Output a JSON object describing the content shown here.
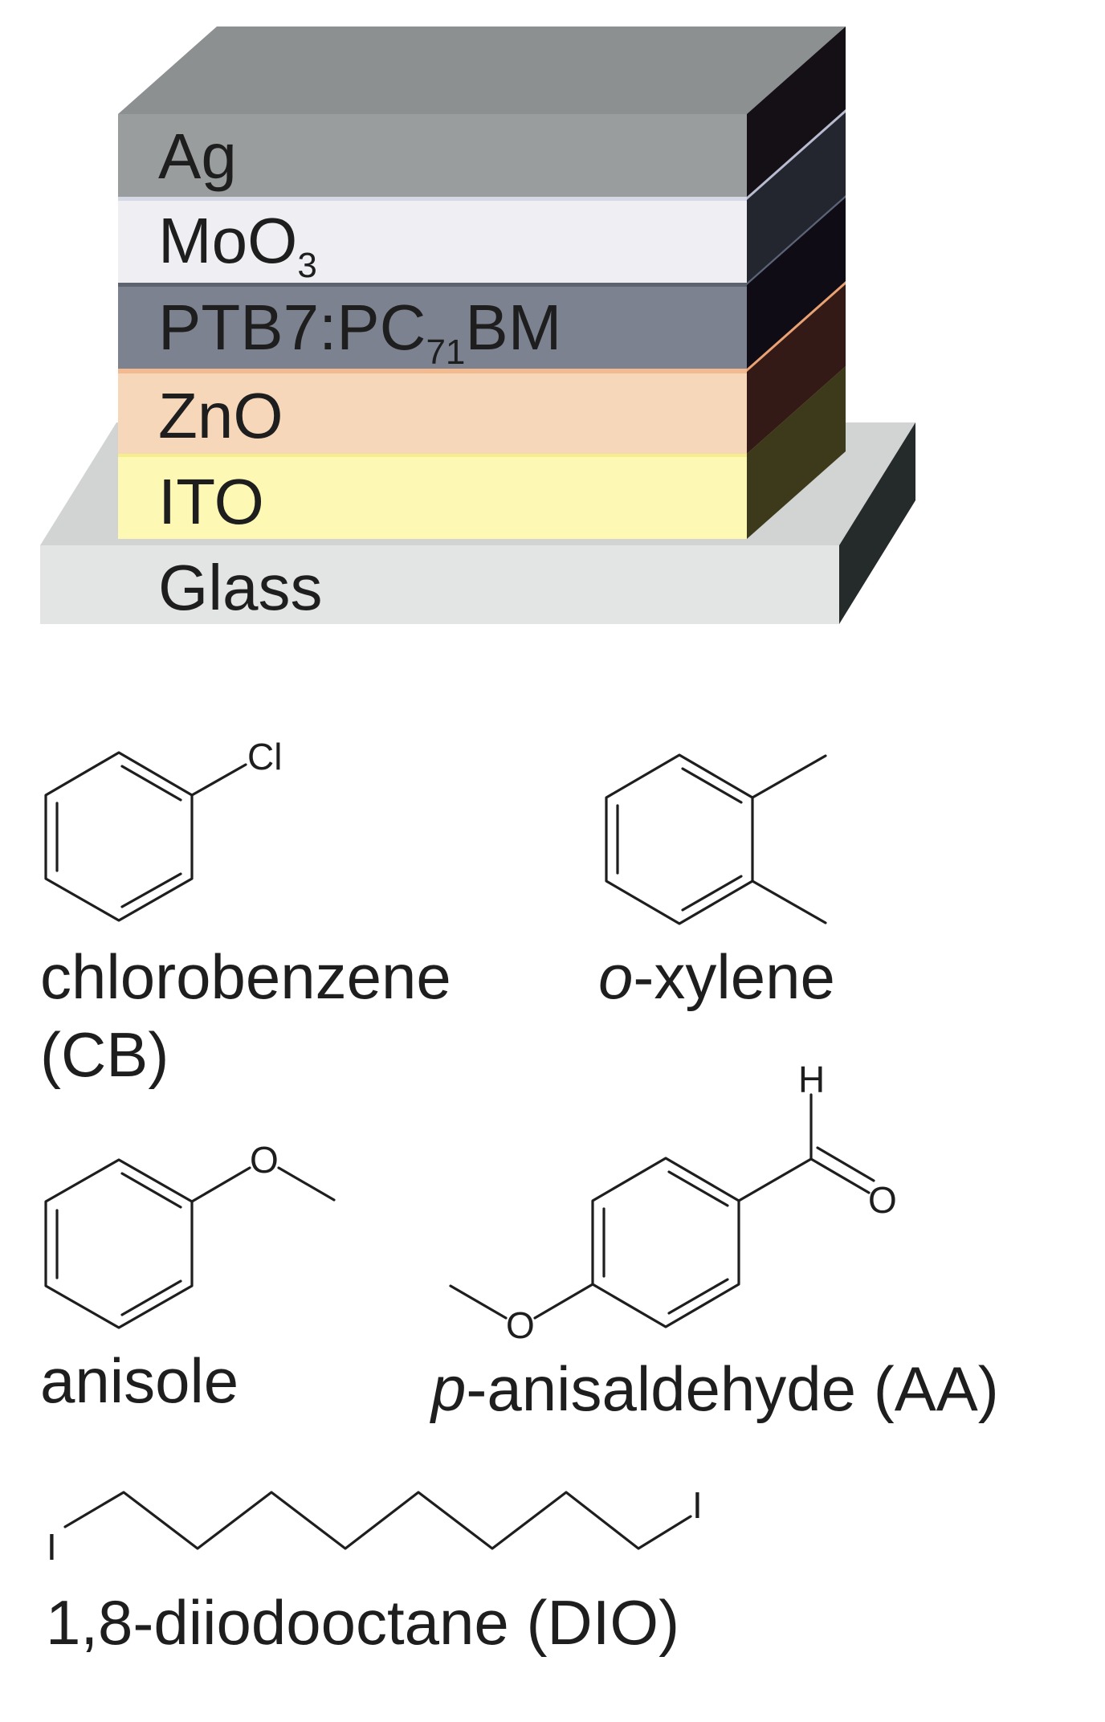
{
  "device_stack": {
    "layers": [
      {
        "id": "ag",
        "label": "Ag",
        "sub": "",
        "suffix": "",
        "front_color": "#9a9d9e",
        "side_color": "#141016",
        "top_color": "#8d9091"
      },
      {
        "id": "moo3",
        "label": "MoO",
        "sub": "3",
        "suffix": "",
        "front_color": "#efeff3",
        "side_color": "#23252f"
      },
      {
        "id": "ptb7",
        "label": "PTB7:PC",
        "sub": "71",
        "suffix": "BM",
        "front_color": "#7c8290",
        "side_color": "#0f0c15"
      },
      {
        "id": "zno",
        "label": "ZnO",
        "sub": "",
        "suffix": "",
        "front_color": "#f7d7ba",
        "side_color": "#331a17"
      },
      {
        "id": "ito",
        "label": "ITO",
        "sub": "",
        "suffix": "",
        "front_color": "#fdf9b4",
        "side_color": "#3d3a1c"
      },
      {
        "id": "glass",
        "label": "Glass",
        "sub": "",
        "suffix": "",
        "front_color": "#e3e4e4",
        "side_color": "#252a2a",
        "top_color": "#d2d4d4"
      }
    ]
  },
  "molecules": {
    "cb": {
      "name": "chlorobenzene",
      "abbr": "(CB)",
      "atom_cl": "Cl"
    },
    "oxylene": {
      "prefix": "o",
      "name": "-xylene"
    },
    "anisole": {
      "name": "anisole",
      "atom_o": "O"
    },
    "aa": {
      "prefix": "p",
      "name": "-anisaldehyde (AA)",
      "atom_h": "H",
      "atom_o_ald": "O",
      "atom_o_ether": "O"
    },
    "dio": {
      "name": "1,8-diiodooctane (DIO)",
      "atom_i_left": "I",
      "atom_i_right": "I"
    }
  }
}
